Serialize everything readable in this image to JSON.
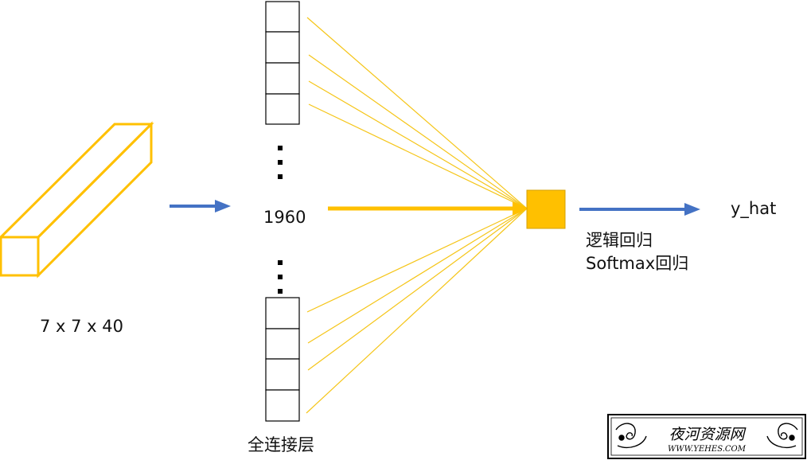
{
  "colors": {
    "accent_yellow": "#FFC000",
    "line_yellow": "#F5C518",
    "arrow_blue": "#4472C4",
    "outline": "#000000"
  },
  "labels": {
    "input_dims": "7 x 7 x 40",
    "flatten_count": "1960",
    "output": "y_hat",
    "fc_layer": "全连接层",
    "head": "逻辑回归 Softmax回归"
  },
  "watermark": {
    "title": "夜河资源网",
    "url": "WWW.YEHES.COM"
  },
  "icons": [
    "blue-arrow-icon",
    "yellow-arrow-icon",
    "ornament-icon"
  ]
}
